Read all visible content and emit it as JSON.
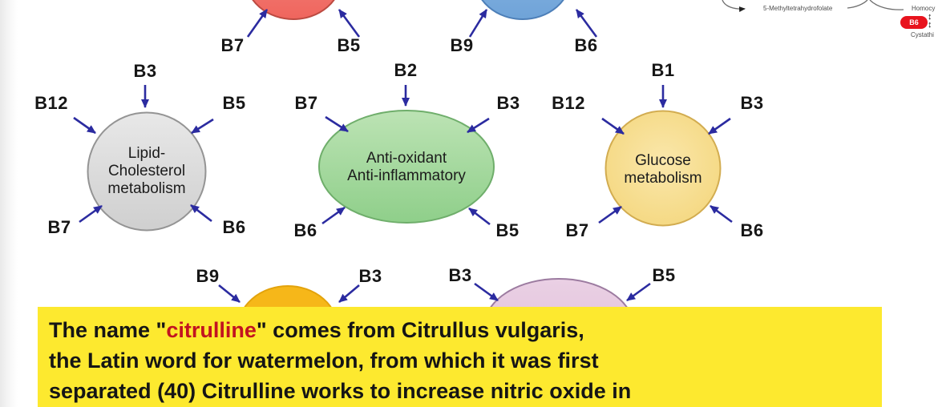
{
  "colors": {
    "arrow_navy": "#2b2ba0",
    "banner_yellow": "#fde92f",
    "highlight_red": "#c21320",
    "pill_red": "#e8131d",
    "node_gray": "#d9d9d9",
    "node_green": "#9fd59a",
    "node_yellow_circle": "#f6dc8e",
    "node_red": "#f2766f",
    "node_blue": "#84b3e2",
    "node_orange": "#f6b719",
    "node_pink": "#e5c5df"
  },
  "top_right_pathway": {
    "metabolite_label": "5-Methyltetrahydrofolate",
    "homocysteine_label": "Homocy",
    "cystathionine_label": "Cystathi",
    "pill_label": "B6"
  },
  "nodes": {
    "lipid": {
      "line1": "Lipid-",
      "line2": "Cholesterol",
      "line3": "metabolism"
    },
    "antioxidant": {
      "line1": "Anti-oxidant",
      "line2": "Anti-inflammatory"
    },
    "glucose": {
      "line1": "Glucose",
      "line2": "metabolism"
    }
  },
  "vitamin_labels": {
    "r1_b7": "B7",
    "r1_b5": "B5",
    "r1_b9": "B9",
    "r1_b6": "B6",
    "lipid_top": "B3",
    "lipid_ul": "B12",
    "lipid_ur": "B5",
    "lipid_ll": "B7",
    "lipid_lr": "B6",
    "anti_top": "B2",
    "anti_ul": "B7",
    "anti_ur": "B3",
    "anti_ll": "B6",
    "anti_lr": "B5",
    "glu_top": "B1",
    "glu_ul": "B12",
    "glu_ur": "B3",
    "glu_ll": "B7",
    "glu_lr": "B6",
    "orange_l": "B9",
    "orange_r": "B3",
    "pink_l": "B3",
    "pink_r": "B5"
  },
  "caption": {
    "line1_prefix": "The name \"",
    "line1_highlight": "citrulline",
    "line1_suffix": "\" comes from Citrullus vulgaris,",
    "line2": "the Latin word for watermelon, from which it was first",
    "line3": "separated (40) Citrulline works to increase nitric oxide in"
  }
}
